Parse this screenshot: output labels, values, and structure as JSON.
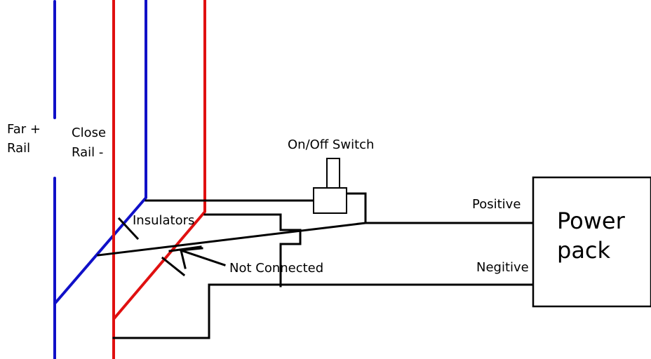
{
  "labels": {
    "far_rail_1": "Far  +",
    "far_rail_2": "Rail",
    "close_rail_1": "Close",
    "close_rail_2": "Rail -",
    "switch": "On/Off Switch",
    "insulators": "Insulators",
    "not_connected": "Not Connected",
    "positive": "Positive",
    "negative": "Negitive",
    "power_1": "Power",
    "power_2": "pack"
  },
  "colors": {
    "far_rail": "#1010c8",
    "close_rail": "#e01010",
    "wire": "#000000"
  }
}
